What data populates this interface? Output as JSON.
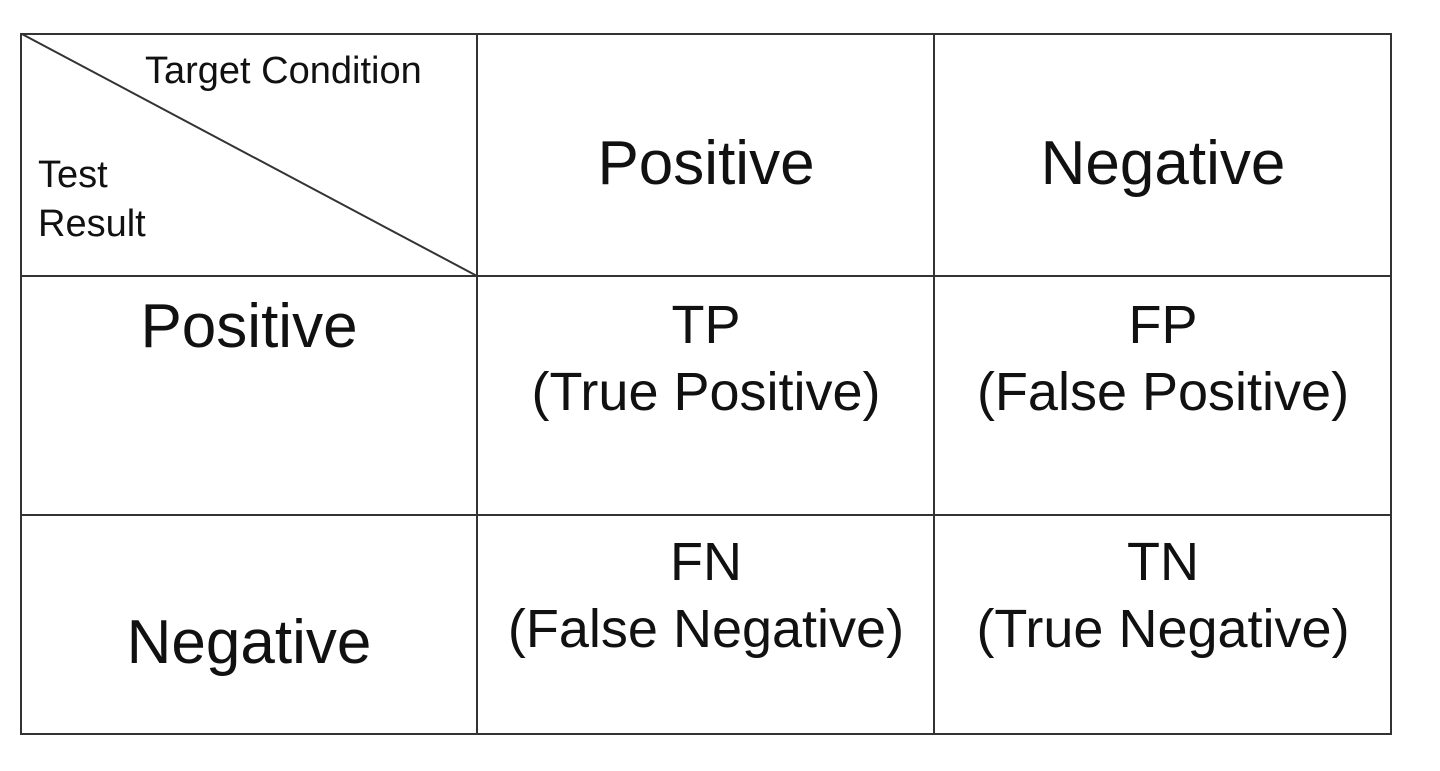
{
  "corner": {
    "column_axis_label": "Target Condition",
    "row_axis_label_line1": "Test",
    "row_axis_label_line2": "Result"
  },
  "columns": [
    "Positive",
    "Negative"
  ],
  "rows": [
    "Positive",
    "Negative"
  ],
  "cells": [
    [
      {
        "abbr": "TP",
        "full": "(True Positive)"
      },
      {
        "abbr": "FP",
        "full": "(False Positive)"
      }
    ],
    [
      {
        "abbr": "FN",
        "full": "(False Negative)"
      },
      {
        "abbr": "TN",
        "full": "(True Negative)"
      }
    ]
  ],
  "colors": {
    "line": "#333333",
    "text": "#111111",
    "background": "#ffffff"
  }
}
